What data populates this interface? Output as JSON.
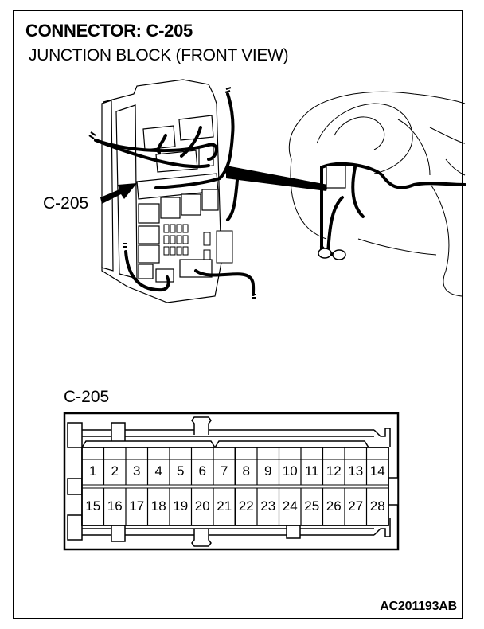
{
  "header": {
    "title": "CONNECTOR: C-205",
    "subtitle": "JUNCTION BLOCK (FRONT VIEW)"
  },
  "illustration": {
    "callout_label": "C-205",
    "callout_icon": "arrow-right-icon",
    "subjects": [
      "junction-block",
      "steering-wheel-dash-location"
    ]
  },
  "connector": {
    "label": "C-205",
    "rows": [
      [
        "1",
        "2",
        "3",
        "4",
        "5",
        "6",
        "7",
        "8",
        "9",
        "10",
        "11",
        "12",
        "13",
        "14"
      ],
      [
        "15",
        "16",
        "17",
        "18",
        "19",
        "20",
        "21",
        "22",
        "23",
        "24",
        "25",
        "26",
        "27",
        "28"
      ]
    ]
  },
  "footer": {
    "figure_id": "AC201193AB"
  }
}
